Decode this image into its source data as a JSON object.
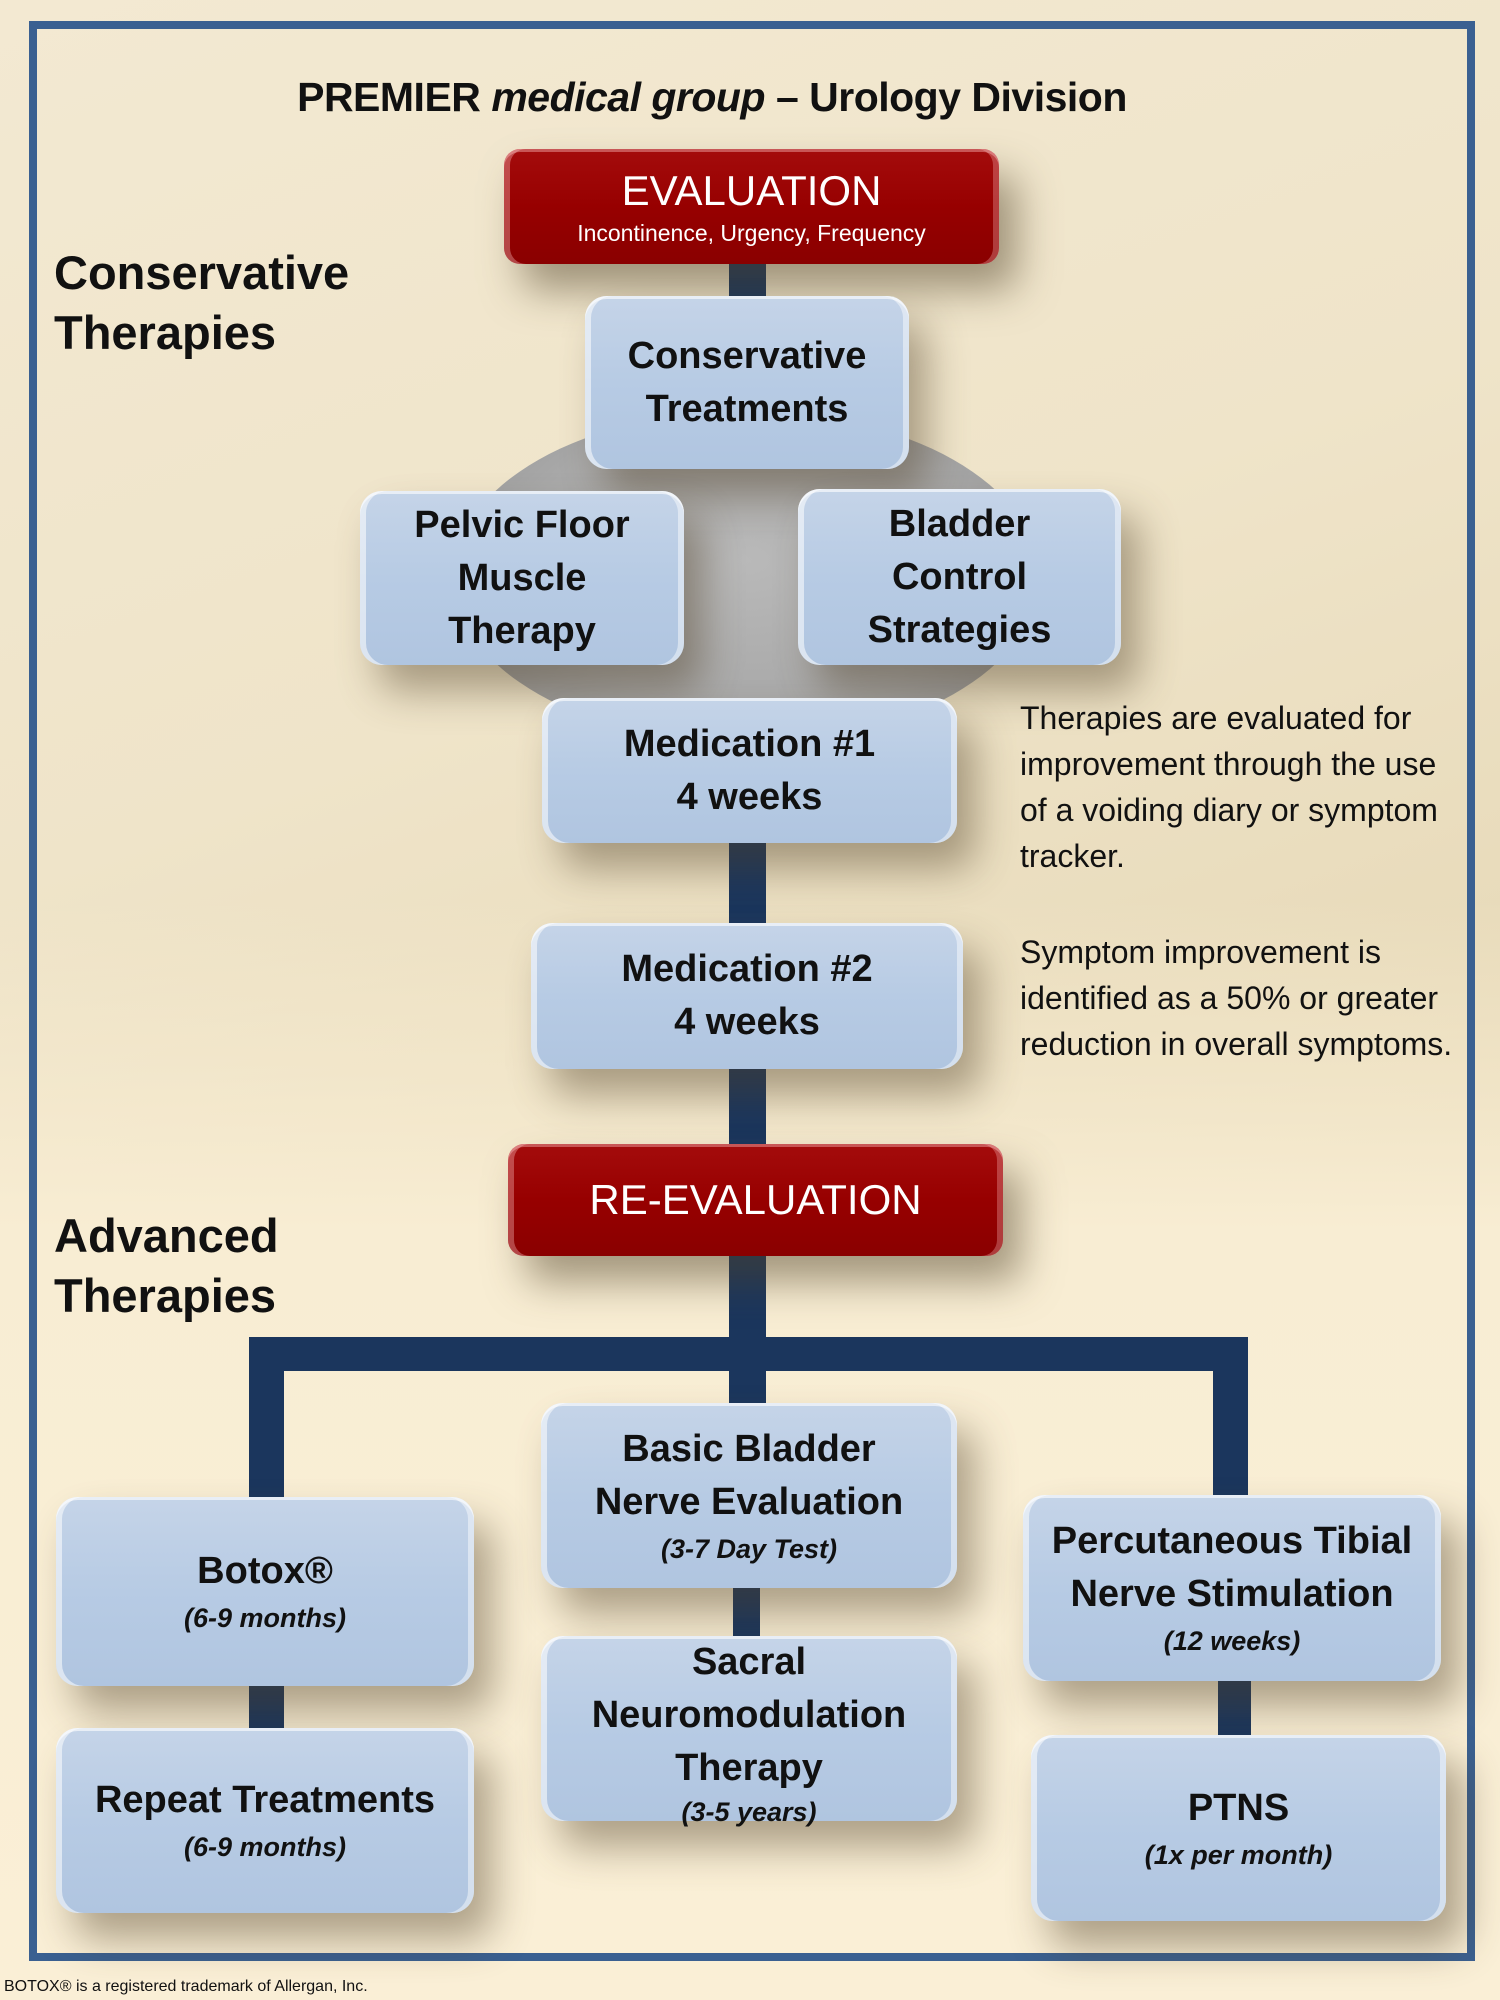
{
  "title": {
    "brand": "PREMIER",
    "brand_italic": "medical group",
    "division": "– Urology Division"
  },
  "sections": {
    "conservative": [
      "Conservative",
      "Therapies"
    ],
    "advanced": [
      "Advanced",
      "Therapies"
    ]
  },
  "colors": {
    "frame": "#3a6091",
    "connector": "#1b365d",
    "evaluation_box": "#970000",
    "therapy_box": "#b7cbe4",
    "ellipse": "#a9a9a9"
  },
  "nodes": {
    "evaluation": {
      "label": "EVALUATION",
      "sub": "Incontinence, Urgency, Frequency"
    },
    "conservative_treatments": {
      "lines": [
        "Conservative",
        "Treatments"
      ]
    },
    "pelvic_floor": {
      "lines": [
        "Pelvic Floor",
        "Muscle",
        "Therapy"
      ]
    },
    "bladder_control": {
      "lines": [
        "Bladder",
        "Control",
        "Strategies"
      ]
    },
    "medication_1": {
      "lines": [
        "Medication #1",
        "4 weeks"
      ]
    },
    "medication_2": {
      "lines": [
        "Medication #2",
        "4 weeks"
      ]
    },
    "re_evaluation": {
      "label": "RE-EVALUATION"
    },
    "botox": {
      "label": "Botox®",
      "sub": "(6-9 months)"
    },
    "repeat_treatments": {
      "label": "Repeat Treatments",
      "sub": "(6-9 months)"
    },
    "basic_bladder": {
      "lines": [
        "Basic Bladder",
        "Nerve Evaluation"
      ],
      "sub": "(3-7 Day Test)"
    },
    "sacral": {
      "lines": [
        "Sacral",
        "Neuromodulation",
        "Therapy"
      ],
      "sub": "(3-5 years)"
    },
    "ptns_stim": {
      "lines": [
        "Percutaneous Tibial",
        "Nerve Stimulation"
      ],
      "sub": "(12 weeks)"
    },
    "ptns": {
      "label": "PTNS",
      "sub": "(1x per month)"
    }
  },
  "notes": [
    "Therapies are evaluated for improvement through the use of a voiding diary or symptom tracker.",
    "Symptom improvement is identified as a 50% or greater reduction in overall symptoms."
  ],
  "footnote": "BOTOX® is a registered trademark of Allergan, Inc."
}
